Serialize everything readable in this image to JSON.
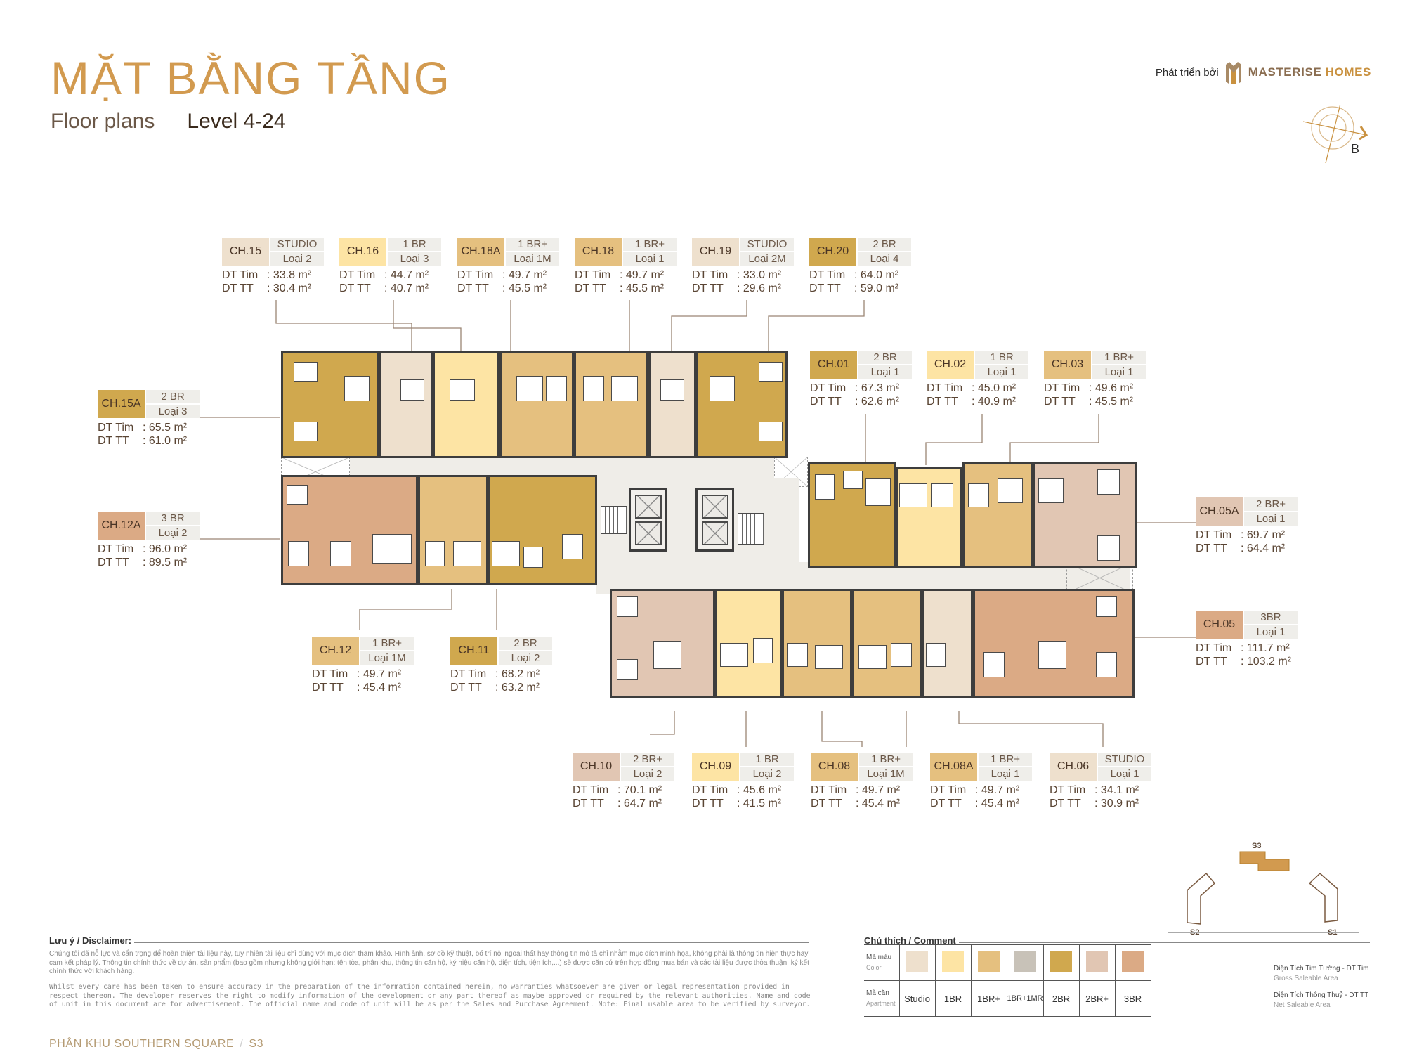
{
  "header": {
    "title": "MẶT BẰNG TẦNG",
    "subtitle": "Floor plans",
    "level": "Level 4-24"
  },
  "brand": {
    "prefix": "Phát triển bởi",
    "name_part1": "MASTERISE",
    "name_part2": "HOMES"
  },
  "compass": {
    "label": "B"
  },
  "units": [
    {
      "code": "CH.15",
      "type": "STUDIO",
      "variant": "Loại 2",
      "dt_tim": ": 33.8 m²",
      "dt_tt": ": 30.4 m²",
      "color": "#eee0cd"
    },
    {
      "code": "CH.16",
      "type": "1 BR",
      "variant": "Loại 3",
      "dt_tim": ": 44.7 m²",
      "dt_tt": ": 40.7 m²",
      "color": "#fde4a4"
    },
    {
      "code": "CH.18A",
      "type": "1 BR+",
      "variant": "Loại 1M",
      "dt_tim": ": 49.7 m²",
      "dt_tt": ": 45.5 m²",
      "color": "#e5c07f"
    },
    {
      "code": "CH.18",
      "type": "1 BR+",
      "variant": "Loại 1",
      "dt_tim": ": 49.7 m²",
      "dt_tt": ": 45.5 m²",
      "color": "#e5c07f"
    },
    {
      "code": "CH.19",
      "type": "STUDIO",
      "variant": "Loại 2M",
      "dt_tim": ": 33.0 m²",
      "dt_tt": ": 29.6 m²",
      "color": "#eee0cd"
    },
    {
      "code": "CH.20",
      "type": "2 BR",
      "variant": "Loại 4",
      "dt_tim": ": 64.0 m²",
      "dt_tt": ": 59.0 m²",
      "color": "#d0a84e"
    },
    {
      "code": "CH.15A",
      "type": "2 BR",
      "variant": "Loại 3",
      "dt_tim": ": 65.5 m²",
      "dt_tt": ": 61.0 m²",
      "color": "#d0a84e"
    },
    {
      "code": "CH.12A",
      "type": "3 BR",
      "variant": "Loại 2",
      "dt_tim": ": 96.0 m²",
      "dt_tt": ": 89.5 m²",
      "color": "#dbaa85"
    },
    {
      "code": "CH.01",
      "type": "2 BR",
      "variant": "Loại 1",
      "dt_tim": ": 67.3 m²",
      "dt_tt": ": 62.6 m²",
      "color": "#d0a84e"
    },
    {
      "code": "CH.02",
      "type": "1 BR",
      "variant": "Loại 1",
      "dt_tim": ": 45.0 m²",
      "dt_tt": ": 40.9 m²",
      "color": "#fde4a4"
    },
    {
      "code": "CH.03",
      "type": "1 BR+",
      "variant": "Loại 1",
      "dt_tim": ": 49.6 m²",
      "dt_tt": ": 45.5 m²",
      "color": "#e5c07f"
    },
    {
      "code": "CH.05A",
      "type": "2 BR+",
      "variant": "Loại 1",
      "dt_tim": ": 69.7 m²",
      "dt_tt": ": 64.4 m²",
      "color": "#e1c6b3"
    },
    {
      "code": "CH.05",
      "type": "3BR",
      "variant": "Loại 1",
      "dt_tim": ": 111.7 m²",
      "dt_tt": ": 103.2 m²",
      "color": "#dbaa85"
    },
    {
      "code": "CH.12",
      "type": "1 BR+",
      "variant": "Loại 1M",
      "dt_tim": ": 49.7 m²",
      "dt_tt": ": 45.4 m²",
      "color": "#e5c07f"
    },
    {
      "code": "CH.11",
      "type": "2 BR",
      "variant": "Loại 2",
      "dt_tim": ": 68.2 m²",
      "dt_tt": ": 63.2 m²",
      "color": "#d0a84e"
    },
    {
      "code": "CH.10",
      "type": "2 BR+",
      "variant": "Loại 2",
      "dt_tim": ": 70.1 m²",
      "dt_tt": ": 64.7 m²",
      "color": "#e1c6b3"
    },
    {
      "code": "CH.09",
      "type": "1 BR",
      "variant": "Loại 2",
      "dt_tim": ": 45.6 m²",
      "dt_tt": ": 41.5 m²",
      "color": "#fde4a4"
    },
    {
      "code": "CH.08",
      "type": "1 BR+",
      "variant": "Loại 1M",
      "dt_tim": ": 49.7 m²",
      "dt_tt": ": 45.4 m²",
      "color": "#e5c07f"
    },
    {
      "code": "CH.08A",
      "type": "1 BR+",
      "variant": "Loại 1",
      "dt_tim": ": 49.7 m²",
      "dt_tt": ": 45.4 m²",
      "color": "#e5c07f"
    },
    {
      "code": "CH.06",
      "type": "STUDIO",
      "variant": "Loại 1",
      "dt_tim": ": 34.1 m²",
      "dt_tt": ": 30.9 m²",
      "color": "#eee0cd"
    }
  ],
  "area_labels": {
    "gross": "DT Tim",
    "net": "DT TT"
  },
  "disclaimer": {
    "title": "Lưu ý / Disclaimer:",
    "vn": "Chúng tôi đã nỗ lực và cẩn trọng để hoàn thiện tài liệu này, tuy nhiên tài liệu chỉ dùng với mục đích tham khảo. Hình ảnh, sơ đồ kỹ thuật, bố trí nội ngoại thất hay thông tin mô tả chỉ nhằm mục đích minh họa, không phải là thông tin hiện thực hay cam kết pháp lý. Thông tin chính thức về dự án, sản phẩm (bao gồm nhưng không giới hạn: tên tòa, phân khu, thông tin căn hộ, ký hiệu căn hộ, diện tích, tiện ích,...) sẽ được căn cứ trên hợp đồng mua bán và các tài liệu được thỏa thuận, ký kết chính thức với khách hàng.",
    "en": "Whilst every care has been taken to ensure accuracy in the preparation of the information contained herein, no warranties whatsoever are given or legal representation provided in respect thereon. The developer reserves the right to modify information of the development or any part thereof as maybe approved or required by the relevant authorities. Name and code of unit in this document are for advertisement. The official name and code of unit will be as per the Sales and Purchase Agreement. Note: Final usable area to be verified by surveyor."
  },
  "footer": {
    "zone": "PHÂN KHU SOUTHERN SQUARE",
    "building": "S3"
  },
  "legend": {
    "title": "Chú thích / Comment",
    "color_row_label": "Mã màu",
    "color_row_label_en": "Color",
    "apt_row_label": "Mã căn",
    "apt_row_label_en": "Apartment",
    "items": [
      {
        "label": "Studio",
        "color": "#eee0cd"
      },
      {
        "label": "1BR",
        "color": "#fde4a4"
      },
      {
        "label": "1BR+",
        "color": "#e5c07f"
      },
      {
        "label": "1BR+1MR",
        "color": "#c8c2b8"
      },
      {
        "label": "2BR",
        "color": "#d0a84e"
      },
      {
        "label": "2BR+",
        "color": "#e1c6b3"
      },
      {
        "label": "3BR",
        "color": "#dbaa85"
      }
    ]
  },
  "definitions": {
    "gross_vn": "Diện Tích Tim Tường - DT Tim",
    "gross_en": "Gross Saleable Area",
    "net_vn": "Diện Tích Thông Thuỷ - DT TT",
    "net_en": "Net Saleable Area"
  },
  "site_map": {
    "s1": "S1",
    "s2": "S2",
    "s3": "S3",
    "highlight_color": "#d29a4f"
  }
}
